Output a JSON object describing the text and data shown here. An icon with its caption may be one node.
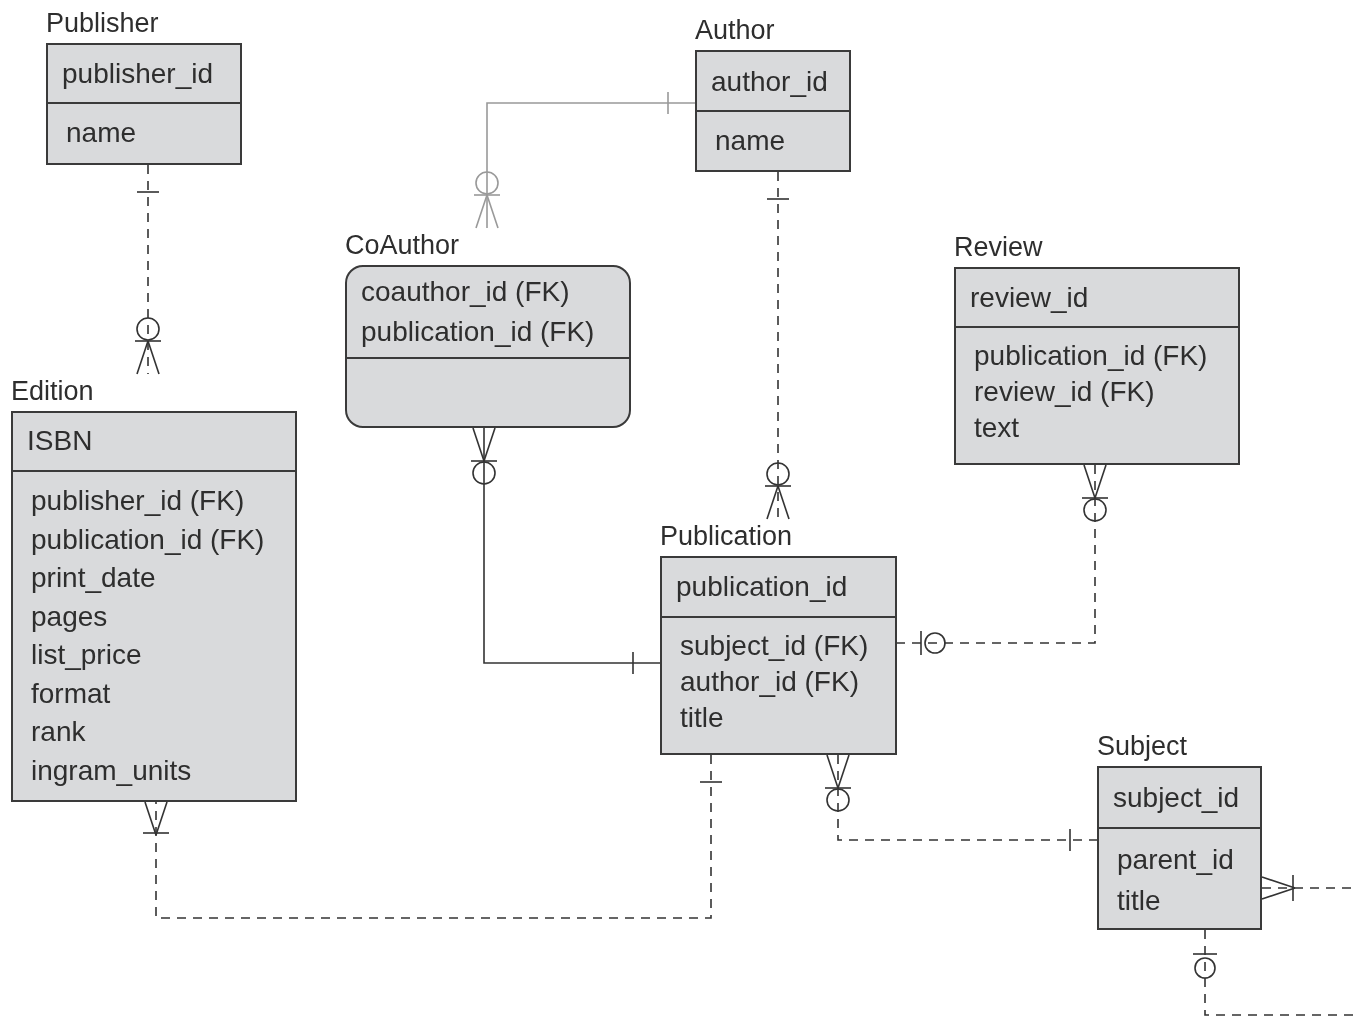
{
  "diagram": {
    "nodes": [
      {
        "text": [
          "Publisher",
          "publisher_id",
          "name"
        ]
      },
      {
        "text": [
          "Author",
          "author_id",
          "name"
        ]
      },
      {
        "text": [
          "CoAuthor",
          "coauthor_id (FK)",
          "publication_id (FK)"
        ]
      },
      {
        "text": [
          "Review",
          "review_id",
          "publication_id (FK)",
          "review_id (FK)",
          "text"
        ]
      },
      {
        "text": [
          "Edition",
          "ISBN",
          "publisher_id (FK)",
          "publication_id (FK)",
          "print_date",
          "pages",
          "list_price",
          "format",
          "rank",
          "ingram_units"
        ]
      },
      {
        "text": [
          "Publication",
          "publication_id",
          "subject_id (FK)",
          "author_id (FK)",
          "title"
        ]
      },
      {
        "text": [
          "Subject",
          "subject_id",
          "parent_id",
          "title"
        ]
      }
    ],
    "edges": [
      {
        "from": 0,
        "to": 4,
        "arrow": "other",
        "style": "dashed"
      },
      {
        "from": 1,
        "to": 2,
        "arrow": "other",
        "color": "#999999"
      },
      {
        "from": 1,
        "to": 5,
        "arrow": "other",
        "style": "dashed"
      },
      {
        "from": 2,
        "to": 5,
        "arrow": "other"
      },
      {
        "from": 3,
        "to": 5,
        "arrow": "other",
        "style": "dashed"
      },
      {
        "from": 5,
        "to": 4,
        "arrow": "other",
        "style": "dashed"
      },
      {
        "from": 5,
        "to": 6,
        "arrow": "other",
        "style": "dashed"
      },
      {
        "from": 6,
        "to": 6,
        "arrow": "other",
        "style": "dashed"
      }
    ]
  }
}
